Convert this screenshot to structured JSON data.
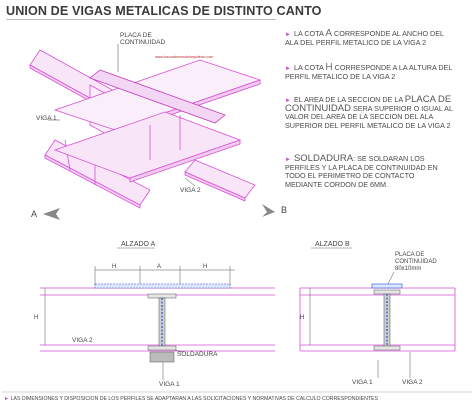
{
  "title": "UNION DE VIGAS METALICAS DE DISTINTO CANTO",
  "notes": [
    {
      "pre": "LA COTA ",
      "key": "A",
      "post": " CORRESPONDE AL ANCHO DEL ALA DEL PERFIL METALICO DE LA VIGA 2"
    },
    {
      "pre": "LA COTA ",
      "key": "H",
      "post": " CORRESPONDE A LA ALTURA DEL PERFIL METALICO DE LA VIGA 2"
    },
    {
      "pre": "EL AREA DE LA SECCION DE LA ",
      "key": "PLACA DE CONTINUIDAD",
      "post": " SERA SUPERIOR O IGUAL AL VALOR DEL AREA DE LA SECCION DEL ALA SUPERIOR DEL PERFIL METALICO DE LA VIGA 2"
    },
    {
      "pre": "",
      "key": "SOLDADURA",
      "post": ": SE SOLDARAN LOS PERFILES Y LA PLACA DE CONTINUIDAD EN TODO EL PERIMETRO DE CONTACTO MEDIANTE CORDON DE 6mm."
    }
  ],
  "iso": {
    "placa_label_1": "PLACA DE",
    "placa_label_2": "CONTINUIDAD",
    "viga1": "VIGA 1",
    "viga2": "VIGA 2",
    "arrow_a": "A",
    "arrow_b": "B",
    "watermark": "www.loscuadernosdelarquitecto.com"
  },
  "alzado_a": {
    "title": "ALZADO A",
    "dim_h": "H",
    "dim_a": "A",
    "viga1": "VIGA 1",
    "viga2": "VIGA 2",
    "soldadura": "SOLDADURA"
  },
  "alzado_b": {
    "title": "ALZADO B",
    "placa_1": "PLACA DE",
    "placa_2": "CONTINUIDAD",
    "placa_3": "80x10mm",
    "dim_h": "H",
    "viga1": "VIGA 1",
    "viga2": "VIGA 2"
  },
  "footer": "LAS DIMENSIONES Y DISPOSICION DE LOS PERFILES SE ADAPTARAN A LAS SOLICITACIONES Y NORMATIVAS DE CALCULO CORRESPONDIENTES",
  "colors": {
    "magenta": "#d84fd8",
    "blue": "#2a4fd8",
    "pink_line": "#e07ad8"
  }
}
